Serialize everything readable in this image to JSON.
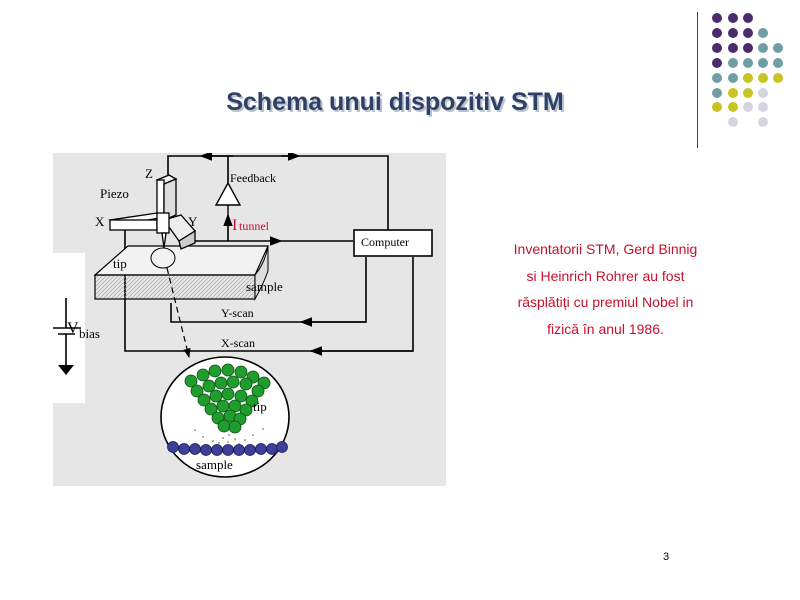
{
  "slide": {
    "title": "Schema unui dispozitiv STM",
    "caption_lines": [
      "Inventatorii STM, Gerd Binnig",
      "si Heinrich Rohrer au fost",
      "răsplătiți cu premiul Nobel in",
      "fizică în anul 1986."
    ],
    "page_number": "3"
  },
  "diagram": {
    "labels": {
      "z": "Z",
      "piezo": "Piezo",
      "x": "X",
      "y": "Y",
      "tip": "tip",
      "feedback": "Feedback",
      "i_symbol": "I",
      "i_subscript": "tunnel",
      "computer": "Computer",
      "sample": "sample",
      "y_scan": "Y-scan",
      "x_scan": "X-scan",
      "v_symbol": "V",
      "v_subscript": "bias",
      "inset_tip": "tip",
      "inset_sample": "sample"
    }
  },
  "colors": {
    "title": "#2f3f66",
    "caption": "#c8102e",
    "dot_purple": "#4b2a6e",
    "dot_teal": "#6f9ea4",
    "dot_yellow": "#c8c421",
    "dot_light": "#d5d5e2",
    "atom_green": "#1f9e2d",
    "atom_blue": "#3f3f9a"
  }
}
